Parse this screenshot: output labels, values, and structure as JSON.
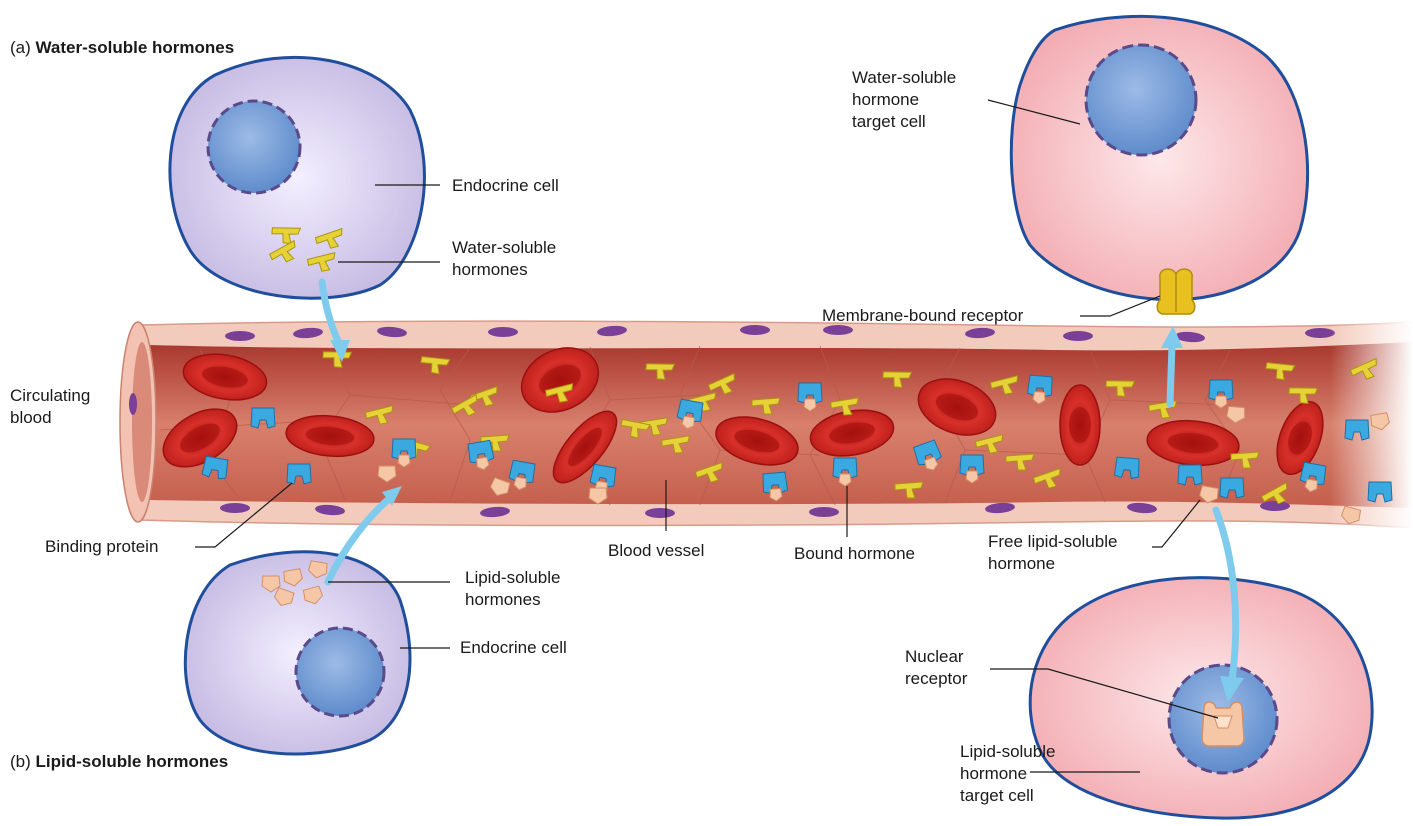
{
  "sections": {
    "a": {
      "prefix": "(a)",
      "title": "Water-soluble hormones"
    },
    "b": {
      "prefix": "(b)",
      "title": "Lipid-soluble hormones"
    }
  },
  "labels": {
    "endocrine_cell_top": [
      "Endocrine cell"
    ],
    "water_soluble_hormones": [
      "Water-soluble",
      "hormones"
    ],
    "water_target_cell": [
      "Water-soluble",
      "hormone",
      "target cell"
    ],
    "membrane_receptor": [
      "Membrane-bound receptor"
    ],
    "circulating_blood": [
      "Circulating",
      "blood"
    ],
    "binding_protein": [
      "Binding protein"
    ],
    "blood_vessel": [
      "Blood vessel"
    ],
    "bound_hormone": [
      "Bound hormone"
    ],
    "free_lipid_hormone": [
      "Free lipid-soluble",
      "hormone"
    ],
    "lipid_soluble_hormones": [
      "Lipid-soluble",
      "hormones"
    ],
    "endocrine_cell_bottom": [
      "Endocrine cell"
    ],
    "nuclear_receptor": [
      "Nuclear",
      "receptor"
    ],
    "lipid_target_cell": [
      "Lipid-soluble",
      "hormone",
      "target cell"
    ]
  },
  "colors": {
    "endocrine_cell": "#cdc3e6",
    "target_cell": "#f5b3b8",
    "cell_membrane": "#1f4e9c",
    "nucleus": "#7ea3d6",
    "vessel_wall": "#f2c7b8",
    "vessel_interior": "#c96a5a",
    "red_blood_cell": "#d42a25",
    "water_hormone": "#e8d338",
    "lipid_hormone": "#f6c7a6",
    "binding_protein": "#3aa9e0",
    "arrow": "#7fcbed",
    "endothelial_nucleus": "#7a3f96"
  }
}
